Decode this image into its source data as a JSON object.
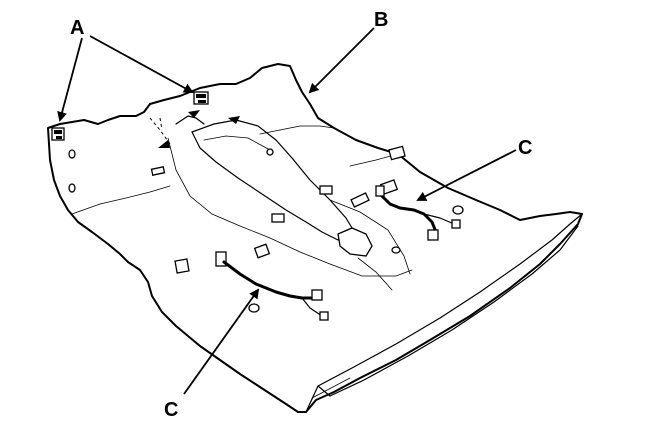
{
  "callouts": {
    "a": "A",
    "b": "B",
    "c_right": "C",
    "c_bottom": "C"
  },
  "colors": {
    "ink": "#000000",
    "paper": "#ffffff"
  }
}
